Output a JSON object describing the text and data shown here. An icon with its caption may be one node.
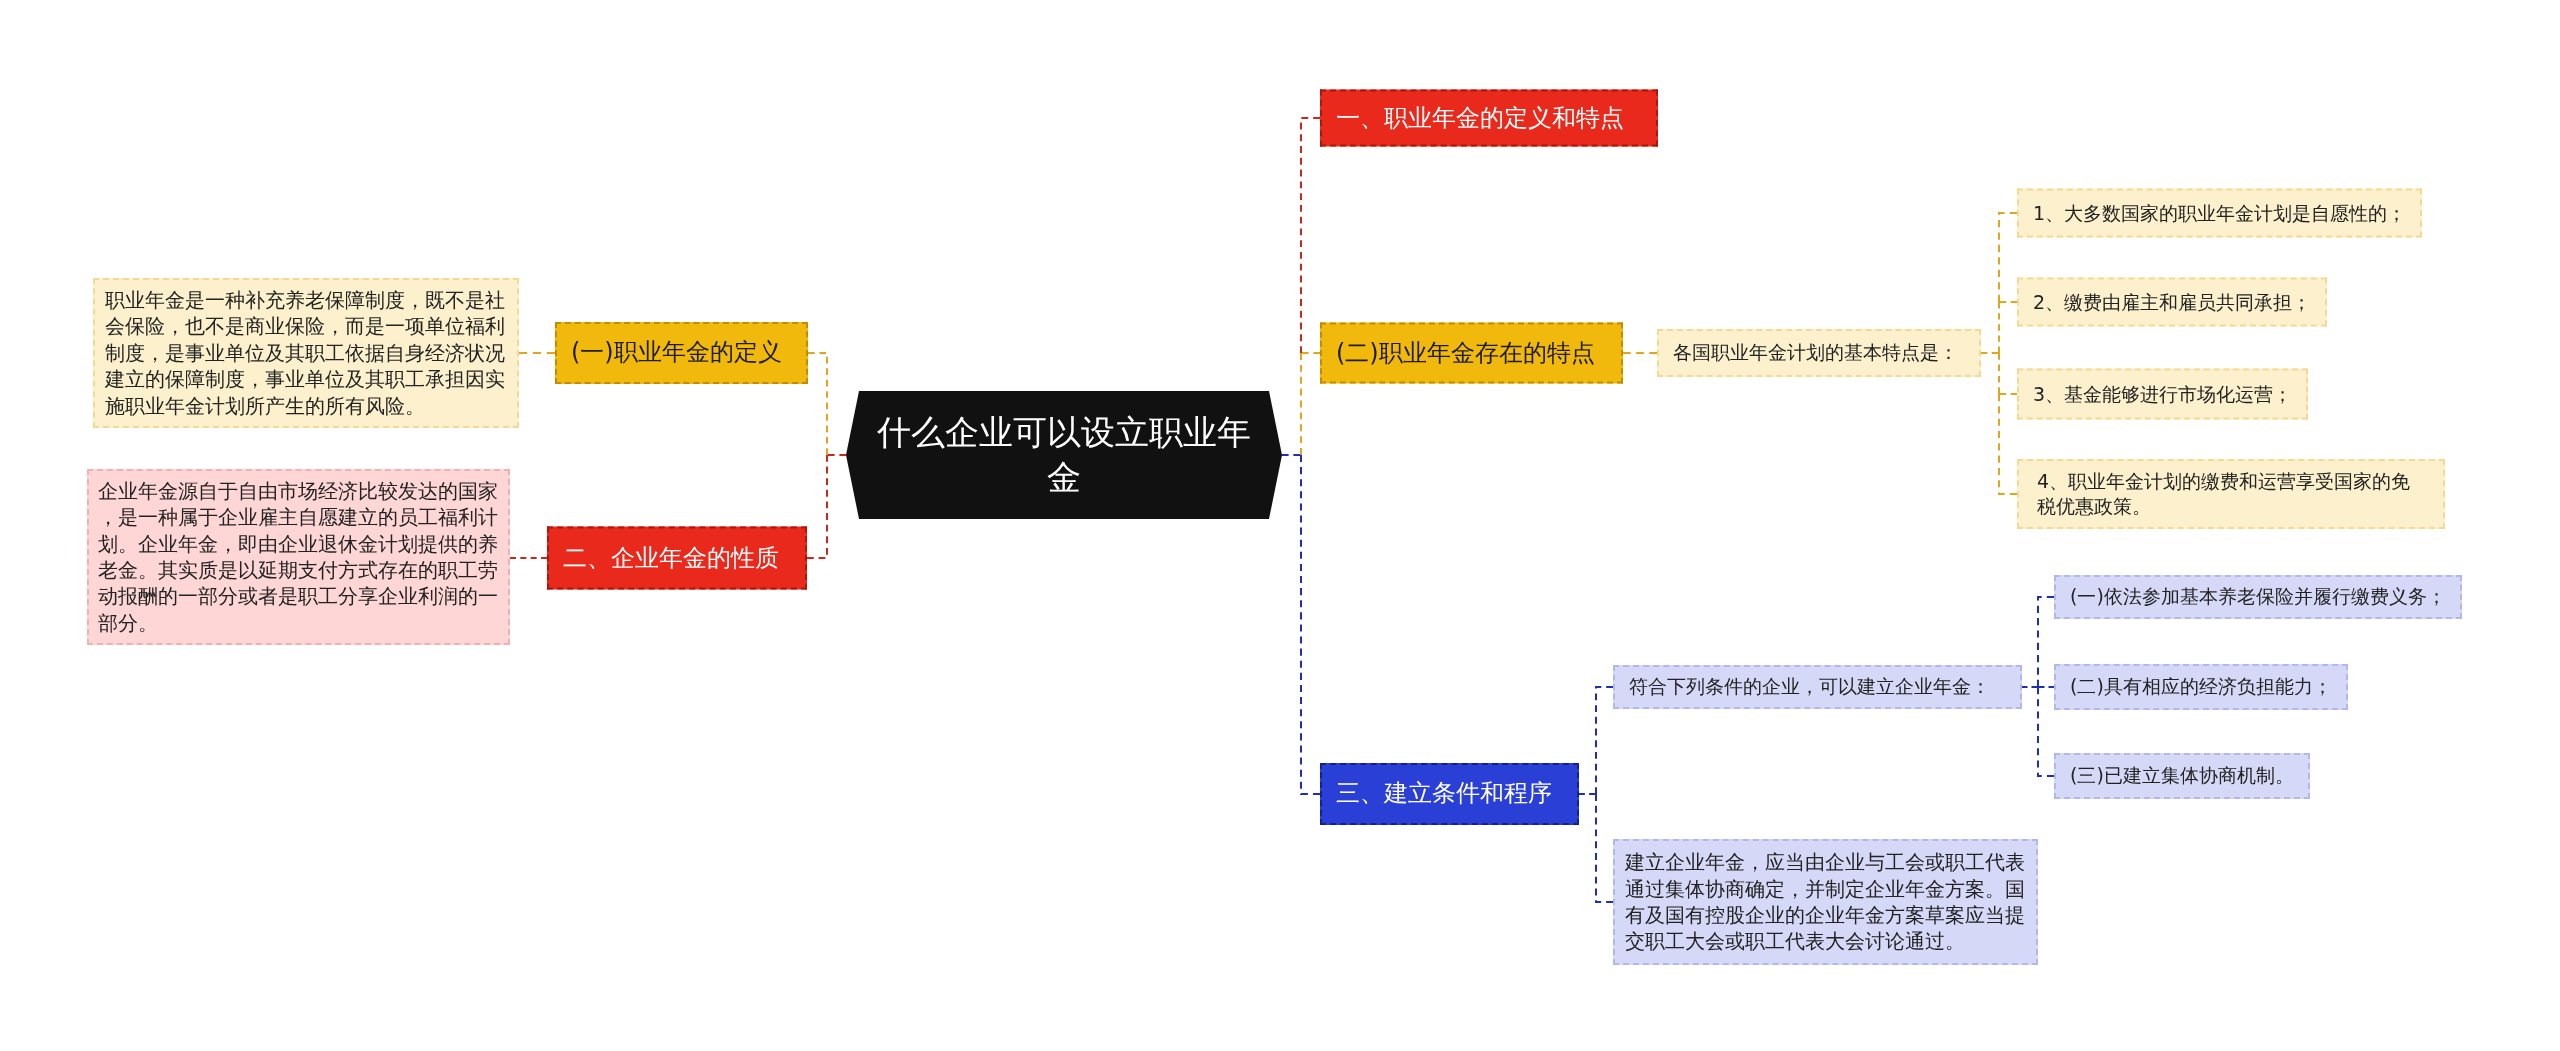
{
  "diagram": {
    "nodes": [
      {
        "text": [
          "什么企业可以设立职业年金"
        ]
      },
      {
        "text": [
          "一、职业年金的定义和特点"
        ]
      },
      {
        "text": [
          "(二)职业年金存在的特点"
        ]
      },
      {
        "text": [
          "各国职业年金计划的基本特点是："
        ]
      },
      {
        "text": [
          "1、大多数国家的职业年金计划是自愿性的；"
        ]
      },
      {
        "text": [
          "2、缴费由雇主和雇员共同承担；"
        ]
      },
      {
        "text": [
          "3、基金能够进行市场化运营；"
        ]
      },
      {
        "text": [
          "4、职业年金计划的缴费和运营享受国家的免税优惠政策。"
        ]
      },
      {
        "text": [
          "三、建立条件和程序"
        ]
      },
      {
        "text": [
          "符合下列条件的企业，可以建立企业年金："
        ]
      },
      {
        "text": [
          "(一)依法参加基本养老保险并履行缴费义务；"
        ]
      },
      {
        "text": [
          "(二)具有相应的经济负担能力；"
        ]
      },
      {
        "text": [
          "(三)已建立集体协商机制。"
        ]
      },
      {
        "text": [
          "建立企业年金，应当由企业与工会或职工代表通过集体协商确定，并制定企业年金方案。国有及国有控股企业的企业年金方案草案应当提交职工大会或职工代表大会讨论通过。"
        ]
      },
      {
        "text": [
          "(一)职业年金的定义"
        ]
      },
      {
        "text": [
          "职业年金是一种补充养老保障制度，既不是社会保险，也不是商业保险，而是一项单位福利制度，是事业单位及其职工依据自身经济状况建立的保障制度，事业单位及其职工承担因实施职业年金计划所产生的所有风险。"
        ]
      },
      {
        "text": [
          "二、企业年金的性质"
        ]
      },
      {
        "text": [
          "企业年金源自于自由市场经济比较发达的国家，是一种属于企业雇主自愿建立的员工福利计划。企业年金，即由企业退休金计划提供的养老金。其实质是以延期支付方式存在的职工劳动报酬的一部分或者是职工分享企业利润的一部分。"
        ]
      }
    ],
    "edges": [
      {
        "from": 0,
        "to": 1,
        "arrow": "none",
        "color": "#c9281e"
      },
      {
        "from": 0,
        "to": 2,
        "arrow": "none"
      },
      {
        "from": 2,
        "to": 3,
        "arrow": "none"
      },
      {
        "from": 3,
        "to": 4,
        "arrow": "none"
      },
      {
        "from": 3,
        "to": 5,
        "arrow": "none"
      },
      {
        "from": 3,
        "to": 6,
        "arrow": "none"
      },
      {
        "from": 3,
        "to": 7,
        "arrow": "none"
      },
      {
        "from": 0,
        "to": 8,
        "arrow": "none",
        "color": "#1f2fb0"
      },
      {
        "from": 8,
        "to": 9,
        "arrow": "none",
        "color": "#1f2fb0"
      },
      {
        "from": 8,
        "to": 13,
        "arrow": "none",
        "color": "#1f2fb0"
      },
      {
        "from": 9,
        "to": 10,
        "arrow": "none",
        "color": "#1f2fb0"
      },
      {
        "from": 9,
        "to": 11,
        "arrow": "none",
        "color": "#1f2fb0"
      },
      {
        "from": 9,
        "to": 12,
        "arrow": "none",
        "color": "#1f2fb0"
      },
      {
        "from": 0,
        "to": 14,
        "arrow": "none"
      },
      {
        "from": 14,
        "to": 15,
        "arrow": "none"
      },
      {
        "from": 0,
        "to": 16,
        "arrow": "none",
        "color": "#c9281e"
      },
      {
        "from": 16,
        "to": 17,
        "arrow": "none",
        "color": "#c9281e"
      }
    ]
  }
}
